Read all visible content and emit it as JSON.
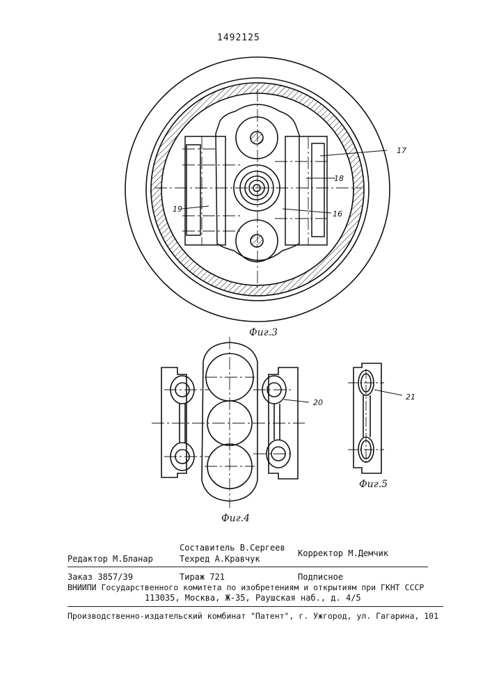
{
  "header": {
    "patent_number": "1492125"
  },
  "figures": [
    {
      "caption": "Фиг.3",
      "labels": [
        "17",
        "18",
        "19",
        "16"
      ]
    },
    {
      "caption": "Фиг.4",
      "labels": [
        "20"
      ]
    },
    {
      "caption": "Фиг.5",
      "labels": [
        "21"
      ]
    }
  ],
  "colophon": {
    "composer": "Составитель В.Сергеев",
    "editor": "Редактор М.Бланар",
    "techred": "Техред А.Кравчук",
    "corrector": "Корректор М.Демчик",
    "order": "Заказ 3857/39",
    "circulation": "Тираж 721",
    "subscription": "Подписное",
    "institute": "ВНИИПИ Государственного комитета по изобретениям и открытиям при ГКНТ СССР",
    "address": "113035, Москва, Ж-35, Раушская наб., д. 4/5",
    "printer": "Производственно-издательский комбинат \"Патент\", г. Ужгород, ул. Гагарина, 101"
  }
}
